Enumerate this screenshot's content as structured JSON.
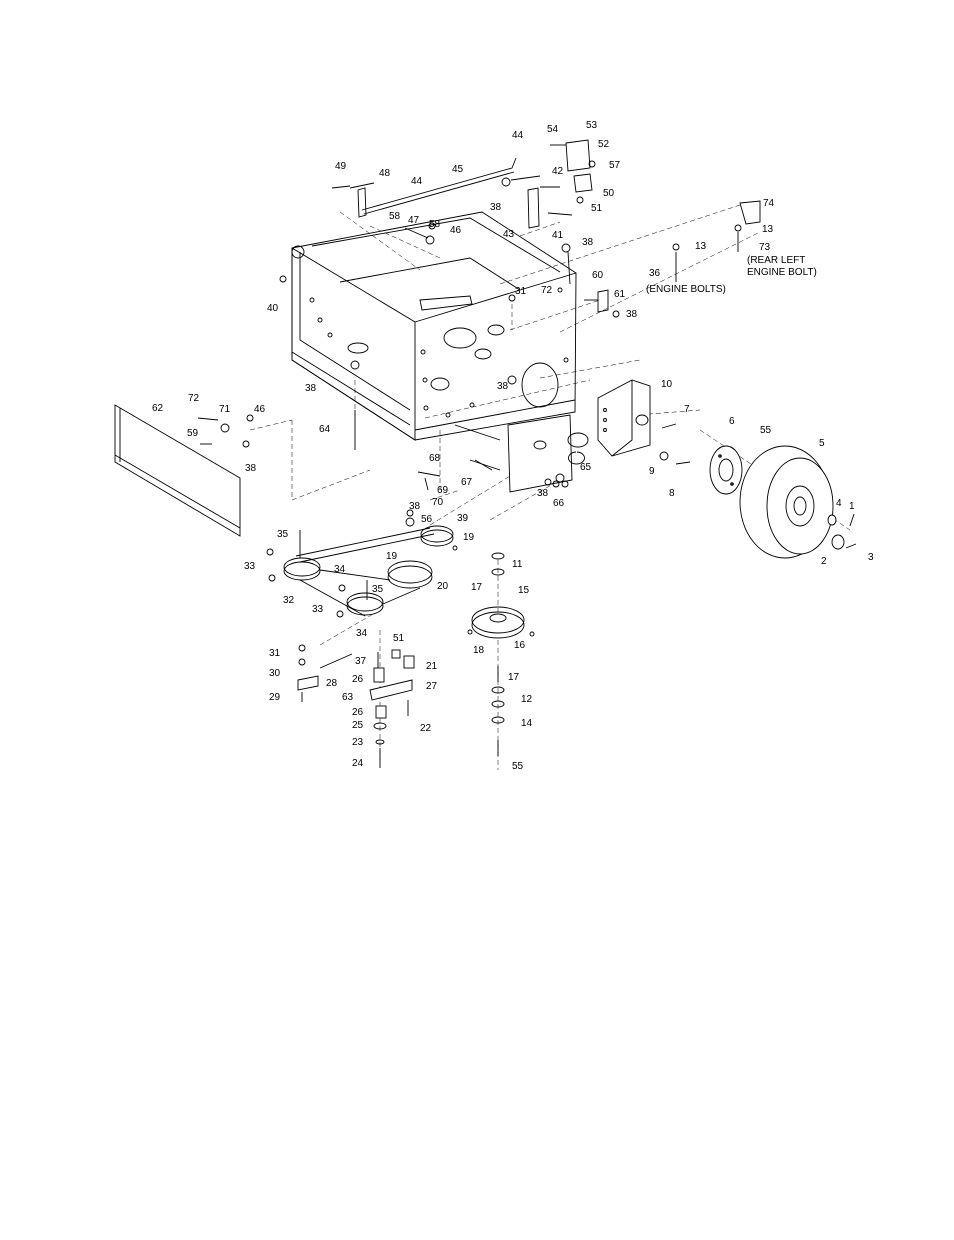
{
  "diagram": {
    "callouts": [
      {
        "id": "c1",
        "text": "1"
      },
      {
        "id": "c2",
        "text": "2"
      },
      {
        "id": "c3",
        "text": "3"
      },
      {
        "id": "c4",
        "text": "4"
      },
      {
        "id": "c5",
        "text": "5"
      },
      {
        "id": "c6",
        "text": "6"
      },
      {
        "id": "c7",
        "text": "7"
      },
      {
        "id": "c8",
        "text": "8"
      },
      {
        "id": "c9",
        "text": "9"
      },
      {
        "id": "c10",
        "text": "10"
      },
      {
        "id": "c11",
        "text": "11"
      },
      {
        "id": "c12",
        "text": "12"
      },
      {
        "id": "c13a",
        "text": "13"
      },
      {
        "id": "c13b",
        "text": "13"
      },
      {
        "id": "c14",
        "text": "14"
      },
      {
        "id": "c15",
        "text": "15"
      },
      {
        "id": "c16",
        "text": "16"
      },
      {
        "id": "c17a",
        "text": "17"
      },
      {
        "id": "c17b",
        "text": "17"
      },
      {
        "id": "c18",
        "text": "18"
      },
      {
        "id": "c19a",
        "text": "19"
      },
      {
        "id": "c19b",
        "text": "19"
      },
      {
        "id": "c20",
        "text": "20"
      },
      {
        "id": "c21",
        "text": "21"
      },
      {
        "id": "c22",
        "text": "22"
      },
      {
        "id": "c23",
        "text": "23"
      },
      {
        "id": "c24",
        "text": "24"
      },
      {
        "id": "c25",
        "text": "25"
      },
      {
        "id": "c26a",
        "text": "26"
      },
      {
        "id": "c26b",
        "text": "26"
      },
      {
        "id": "c27",
        "text": "27"
      },
      {
        "id": "c28",
        "text": "28"
      },
      {
        "id": "c29",
        "text": "29"
      },
      {
        "id": "c30",
        "text": "30"
      },
      {
        "id": "c31a",
        "text": "31"
      },
      {
        "id": "c31b",
        "text": "31"
      },
      {
        "id": "c32",
        "text": "32"
      },
      {
        "id": "c33a",
        "text": "33"
      },
      {
        "id": "c33b",
        "text": "33"
      },
      {
        "id": "c34a",
        "text": "34"
      },
      {
        "id": "c34b",
        "text": "34"
      },
      {
        "id": "c35a",
        "text": "35"
      },
      {
        "id": "c35b",
        "text": "35"
      },
      {
        "id": "c36",
        "text": "36"
      },
      {
        "id": "c37",
        "text": "37"
      },
      {
        "id": "c38a",
        "text": "38"
      },
      {
        "id": "c38b",
        "text": "38"
      },
      {
        "id": "c38c",
        "text": "38"
      },
      {
        "id": "c38d",
        "text": "38"
      },
      {
        "id": "c38e",
        "text": "38"
      },
      {
        "id": "c38f",
        "text": "38"
      },
      {
        "id": "c38g",
        "text": "38"
      },
      {
        "id": "c38h",
        "text": "38"
      },
      {
        "id": "c39",
        "text": "39"
      },
      {
        "id": "c40",
        "text": "40"
      },
      {
        "id": "c41",
        "text": "41"
      },
      {
        "id": "c42",
        "text": "42"
      },
      {
        "id": "c43",
        "text": "43"
      },
      {
        "id": "c44a",
        "text": "44"
      },
      {
        "id": "c44b",
        "text": "44"
      },
      {
        "id": "c45",
        "text": "45"
      },
      {
        "id": "c46a",
        "text": "46"
      },
      {
        "id": "c46b",
        "text": "46"
      },
      {
        "id": "c47",
        "text": "47"
      },
      {
        "id": "c48",
        "text": "48"
      },
      {
        "id": "c49",
        "text": "49"
      },
      {
        "id": "c50",
        "text": "50"
      },
      {
        "id": "c51a",
        "text": "51"
      },
      {
        "id": "c51b",
        "text": "51"
      },
      {
        "id": "c52",
        "text": "52"
      },
      {
        "id": "c53",
        "text": "53"
      },
      {
        "id": "c54",
        "text": "54"
      },
      {
        "id": "c55a",
        "text": "55"
      },
      {
        "id": "c55b",
        "text": "55"
      },
      {
        "id": "c56",
        "text": "56"
      },
      {
        "id": "c57",
        "text": "57"
      },
      {
        "id": "c58a",
        "text": "58"
      },
      {
        "id": "c58b",
        "text": "58"
      },
      {
        "id": "c59",
        "text": "59"
      },
      {
        "id": "c60",
        "text": "60"
      },
      {
        "id": "c61",
        "text": "61"
      },
      {
        "id": "c62",
        "text": "62"
      },
      {
        "id": "c63",
        "text": "63"
      },
      {
        "id": "c64",
        "text": "64"
      },
      {
        "id": "c65",
        "text": "65"
      },
      {
        "id": "c66",
        "text": "66"
      },
      {
        "id": "c67",
        "text": "67"
      },
      {
        "id": "c68",
        "text": "68"
      },
      {
        "id": "c69",
        "text": "69"
      },
      {
        "id": "c70",
        "text": "70"
      },
      {
        "id": "c71",
        "text": "71"
      },
      {
        "id": "c72a",
        "text": "72"
      },
      {
        "id": "c72b",
        "text": "72"
      },
      {
        "id": "c73",
        "text": "73"
      },
      {
        "id": "c74",
        "text": "74"
      }
    ],
    "notes": {
      "engine_bolts": "(ENGINE BOLTS)",
      "rear_left_line1": "(REAR LEFT",
      "rear_left_line2": "ENGINE BOLT)"
    }
  }
}
